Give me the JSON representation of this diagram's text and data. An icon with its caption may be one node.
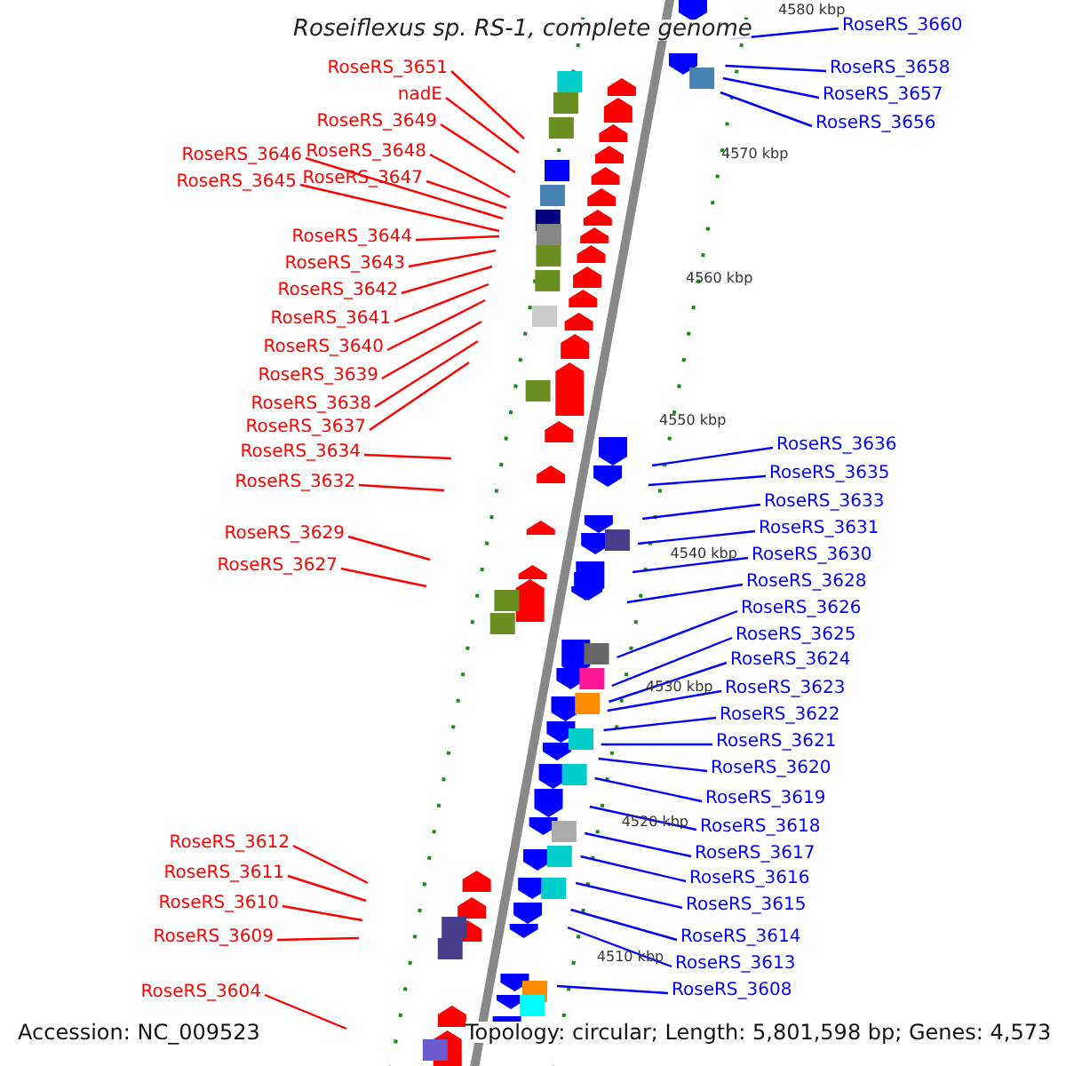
{
  "diagram": {
    "title": "Roseiflexus sp. RS-1, complete genome",
    "nodes": [
      {
        "text": [
          "RoseRS_3651"
        ]
      },
      {
        "text": [
          "nadE"
        ]
      },
      {
        "text": [
          "RoseRS_3649"
        ]
      },
      {
        "text": [
          "RoseRS_3648"
        ]
      },
      {
        "text": [
          "RoseRS_3647"
        ]
      },
      {
        "text": [
          "RoseRS_3646"
        ]
      },
      {
        "text": [
          "RoseRS_3645"
        ]
      },
      {
        "text": [
          "RoseRS_3644"
        ]
      },
      {
        "text": [
          "RoseRS_3643"
        ]
      },
      {
        "text": [
          "RoseRS_3642"
        ]
      },
      {
        "text": [
          "RoseRS_3641"
        ]
      },
      {
        "text": [
          "RoseRS_3640"
        ]
      },
      {
        "text": [
          "RoseRS_3639"
        ]
      },
      {
        "text": [
          "RoseRS_3638"
        ]
      },
      {
        "text": [
          "RoseRS_3637"
        ]
      },
      {
        "text": [
          "RoseRS_3634"
        ]
      },
      {
        "text": [
          "RoseRS_3632"
        ]
      },
      {
        "text": [
          "RoseRS_3629"
        ]
      },
      {
        "text": [
          "RoseRS_3627"
        ]
      },
      {
        "text": [
          "RoseRS_3612"
        ]
      },
      {
        "text": [
          "RoseRS_3611"
        ]
      },
      {
        "text": [
          "RoseRS_3610"
        ]
      },
      {
        "text": [
          "RoseRS_3609"
        ]
      },
      {
        "text": [
          "RoseRS_3604"
        ]
      },
      {
        "text": [
          "RoseRS_3660"
        ]
      },
      {
        "text": [
          "RoseRS_3658"
        ]
      },
      {
        "text": [
          "RoseRS_3657"
        ]
      },
      {
        "text": [
          "RoseRS_3656"
        ]
      },
      {
        "text": [
          "RoseRS_3636"
        ]
      },
      {
        "text": [
          "RoseRS_3635"
        ]
      },
      {
        "text": [
          "RoseRS_3633"
        ]
      },
      {
        "text": [
          "RoseRS_3631"
        ]
      },
      {
        "text": [
          "RoseRS_3630"
        ]
      },
      {
        "text": [
          "RoseRS_3628"
        ]
      },
      {
        "text": [
          "RoseRS_3626"
        ]
      },
      {
        "text": [
          "RoseRS_3625"
        ]
      },
      {
        "text": [
          "RoseRS_3624"
        ]
      },
      {
        "text": [
          "RoseRS_3623"
        ]
      },
      {
        "text": [
          "RoseRS_3622"
        ]
      },
      {
        "text": [
          "RoseRS_3621"
        ]
      },
      {
        "text": [
          "RoseRS_3620"
        ]
      },
      {
        "text": [
          "RoseRS_3619"
        ]
      },
      {
        "text": [
          "RoseRS_3618"
        ]
      },
      {
        "text": [
          "RoseRS_3617"
        ]
      },
      {
        "text": [
          "RoseRS_3616"
        ]
      },
      {
        "text": [
          "RoseRS_3615"
        ]
      },
      {
        "text": [
          "RoseRS_3614"
        ]
      },
      {
        "text": [
          "RoseRS_3613"
        ]
      },
      {
        "text": [
          "RoseRS_3608"
        ]
      }
    ],
    "edges": [
      {
        "from": 0,
        "to": null,
        "arrow": "none",
        "color": "#ff0000"
      },
      {
        "from": 1,
        "to": null,
        "arrow": "none",
        "color": "#ff0000"
      },
      {
        "from": 2,
        "to": null,
        "arrow": "none",
        "color": "#ff0000"
      },
      {
        "from": 3,
        "to": null,
        "arrow": "none",
        "color": "#ff0000"
      },
      {
        "from": 4,
        "to": null,
        "arrow": "none",
        "color": "#ff0000"
      },
      {
        "from": 5,
        "to": null,
        "arrow": "none",
        "color": "#ff0000"
      },
      {
        "from": 6,
        "to": null,
        "arrow": "none",
        "color": "#ff0000"
      },
      {
        "from": 7,
        "to": null,
        "arrow": "none",
        "color": "#ff0000"
      },
      {
        "from": 8,
        "to": null,
        "arrow": "none",
        "color": "#ff0000"
      },
      {
        "from": 9,
        "to": null,
        "arrow": "none",
        "color": "#ff0000"
      },
      {
        "from": 10,
        "to": null,
        "arrow": "none",
        "color": "#ff0000"
      },
      {
        "from": 11,
        "to": null,
        "arrow": "none",
        "color": "#ff0000"
      },
      {
        "from": 12,
        "to": null,
        "arrow": "none",
        "color": "#ff0000"
      },
      {
        "from": 13,
        "to": null,
        "arrow": "none",
        "color": "#ff0000"
      },
      {
        "from": 14,
        "to": null,
        "arrow": "none",
        "color": "#ff0000"
      },
      {
        "from": 15,
        "to": null,
        "arrow": "none",
        "color": "#ff0000"
      },
      {
        "from": 16,
        "to": null,
        "arrow": "none",
        "color": "#ff0000"
      },
      {
        "from": 17,
        "to": null,
        "arrow": "none",
        "color": "#ff0000"
      },
      {
        "from": 18,
        "to": null,
        "arrow": "none",
        "color": "#ff0000"
      },
      {
        "from": 19,
        "to": null,
        "arrow": "none",
        "color": "#ff0000"
      },
      {
        "from": 20,
        "to": null,
        "arrow": "none",
        "color": "#ff0000"
      },
      {
        "from": 21,
        "to": null,
        "arrow": "none",
        "color": "#ff0000"
      },
      {
        "from": 22,
        "to": null,
        "arrow": "none",
        "color": "#ff0000"
      },
      {
        "from": 23,
        "to": null,
        "arrow": "none",
        "color": "#ff0000"
      },
      {
        "from": 24,
        "to": null,
        "arrow": "none"
      },
      {
        "from": 25,
        "to": null,
        "arrow": "none"
      },
      {
        "from": 26,
        "to": null,
        "arrow": "none"
      },
      {
        "from": 27,
        "to": null,
        "arrow": "none"
      },
      {
        "from": 28,
        "to": null,
        "arrow": "none"
      },
      {
        "from": 29,
        "to": null,
        "arrow": "none"
      },
      {
        "from": 30,
        "to": null,
        "arrow": "none"
      },
      {
        "from": 31,
        "to": null,
        "arrow": "none"
      },
      {
        "from": 32,
        "to": null,
        "arrow": "none"
      },
      {
        "from": 33,
        "to": null,
        "arrow": "none"
      },
      {
        "from": 34,
        "to": null,
        "arrow": "none"
      },
      {
        "from": 35,
        "to": null,
        "arrow": "none"
      },
      {
        "from": 36,
        "to": null,
        "arrow": "none"
      },
      {
        "from": 37,
        "to": null,
        "arrow": "none"
      },
      {
        "from": 38,
        "to": null,
        "arrow": "none"
      },
      {
        "from": 39,
        "to": null,
        "arrow": "none"
      },
      {
        "from": 40,
        "to": null,
        "arrow": "none"
      },
      {
        "from": 41,
        "to": null,
        "arrow": "none"
      },
      {
        "from": 42,
        "to": null,
        "arrow": "none"
      },
      {
        "from": 43,
        "to": null,
        "arrow": "none"
      },
      {
        "from": 44,
        "to": null,
        "arrow": "none"
      },
      {
        "from": 45,
        "to": null,
        "arrow": "none"
      },
      {
        "from": 46,
        "to": null,
        "arrow": "none"
      },
      {
        "from": 47,
        "to": null,
        "arrow": "none"
      },
      {
        "from": 48,
        "to": null,
        "arrow": "none"
      }
    ],
    "labels": [
      "4580 kbp",
      "4570 kbp",
      "4560 kbp",
      "4550 kbp",
      "4540 kbp",
      "4530 kbp",
      "4520 kbp",
      "4510 kbp",
      "Accession: NC_009523",
      "Topology: circular; Length: 5,801,598 bp; Genes: 4,573"
    ]
  }
}
